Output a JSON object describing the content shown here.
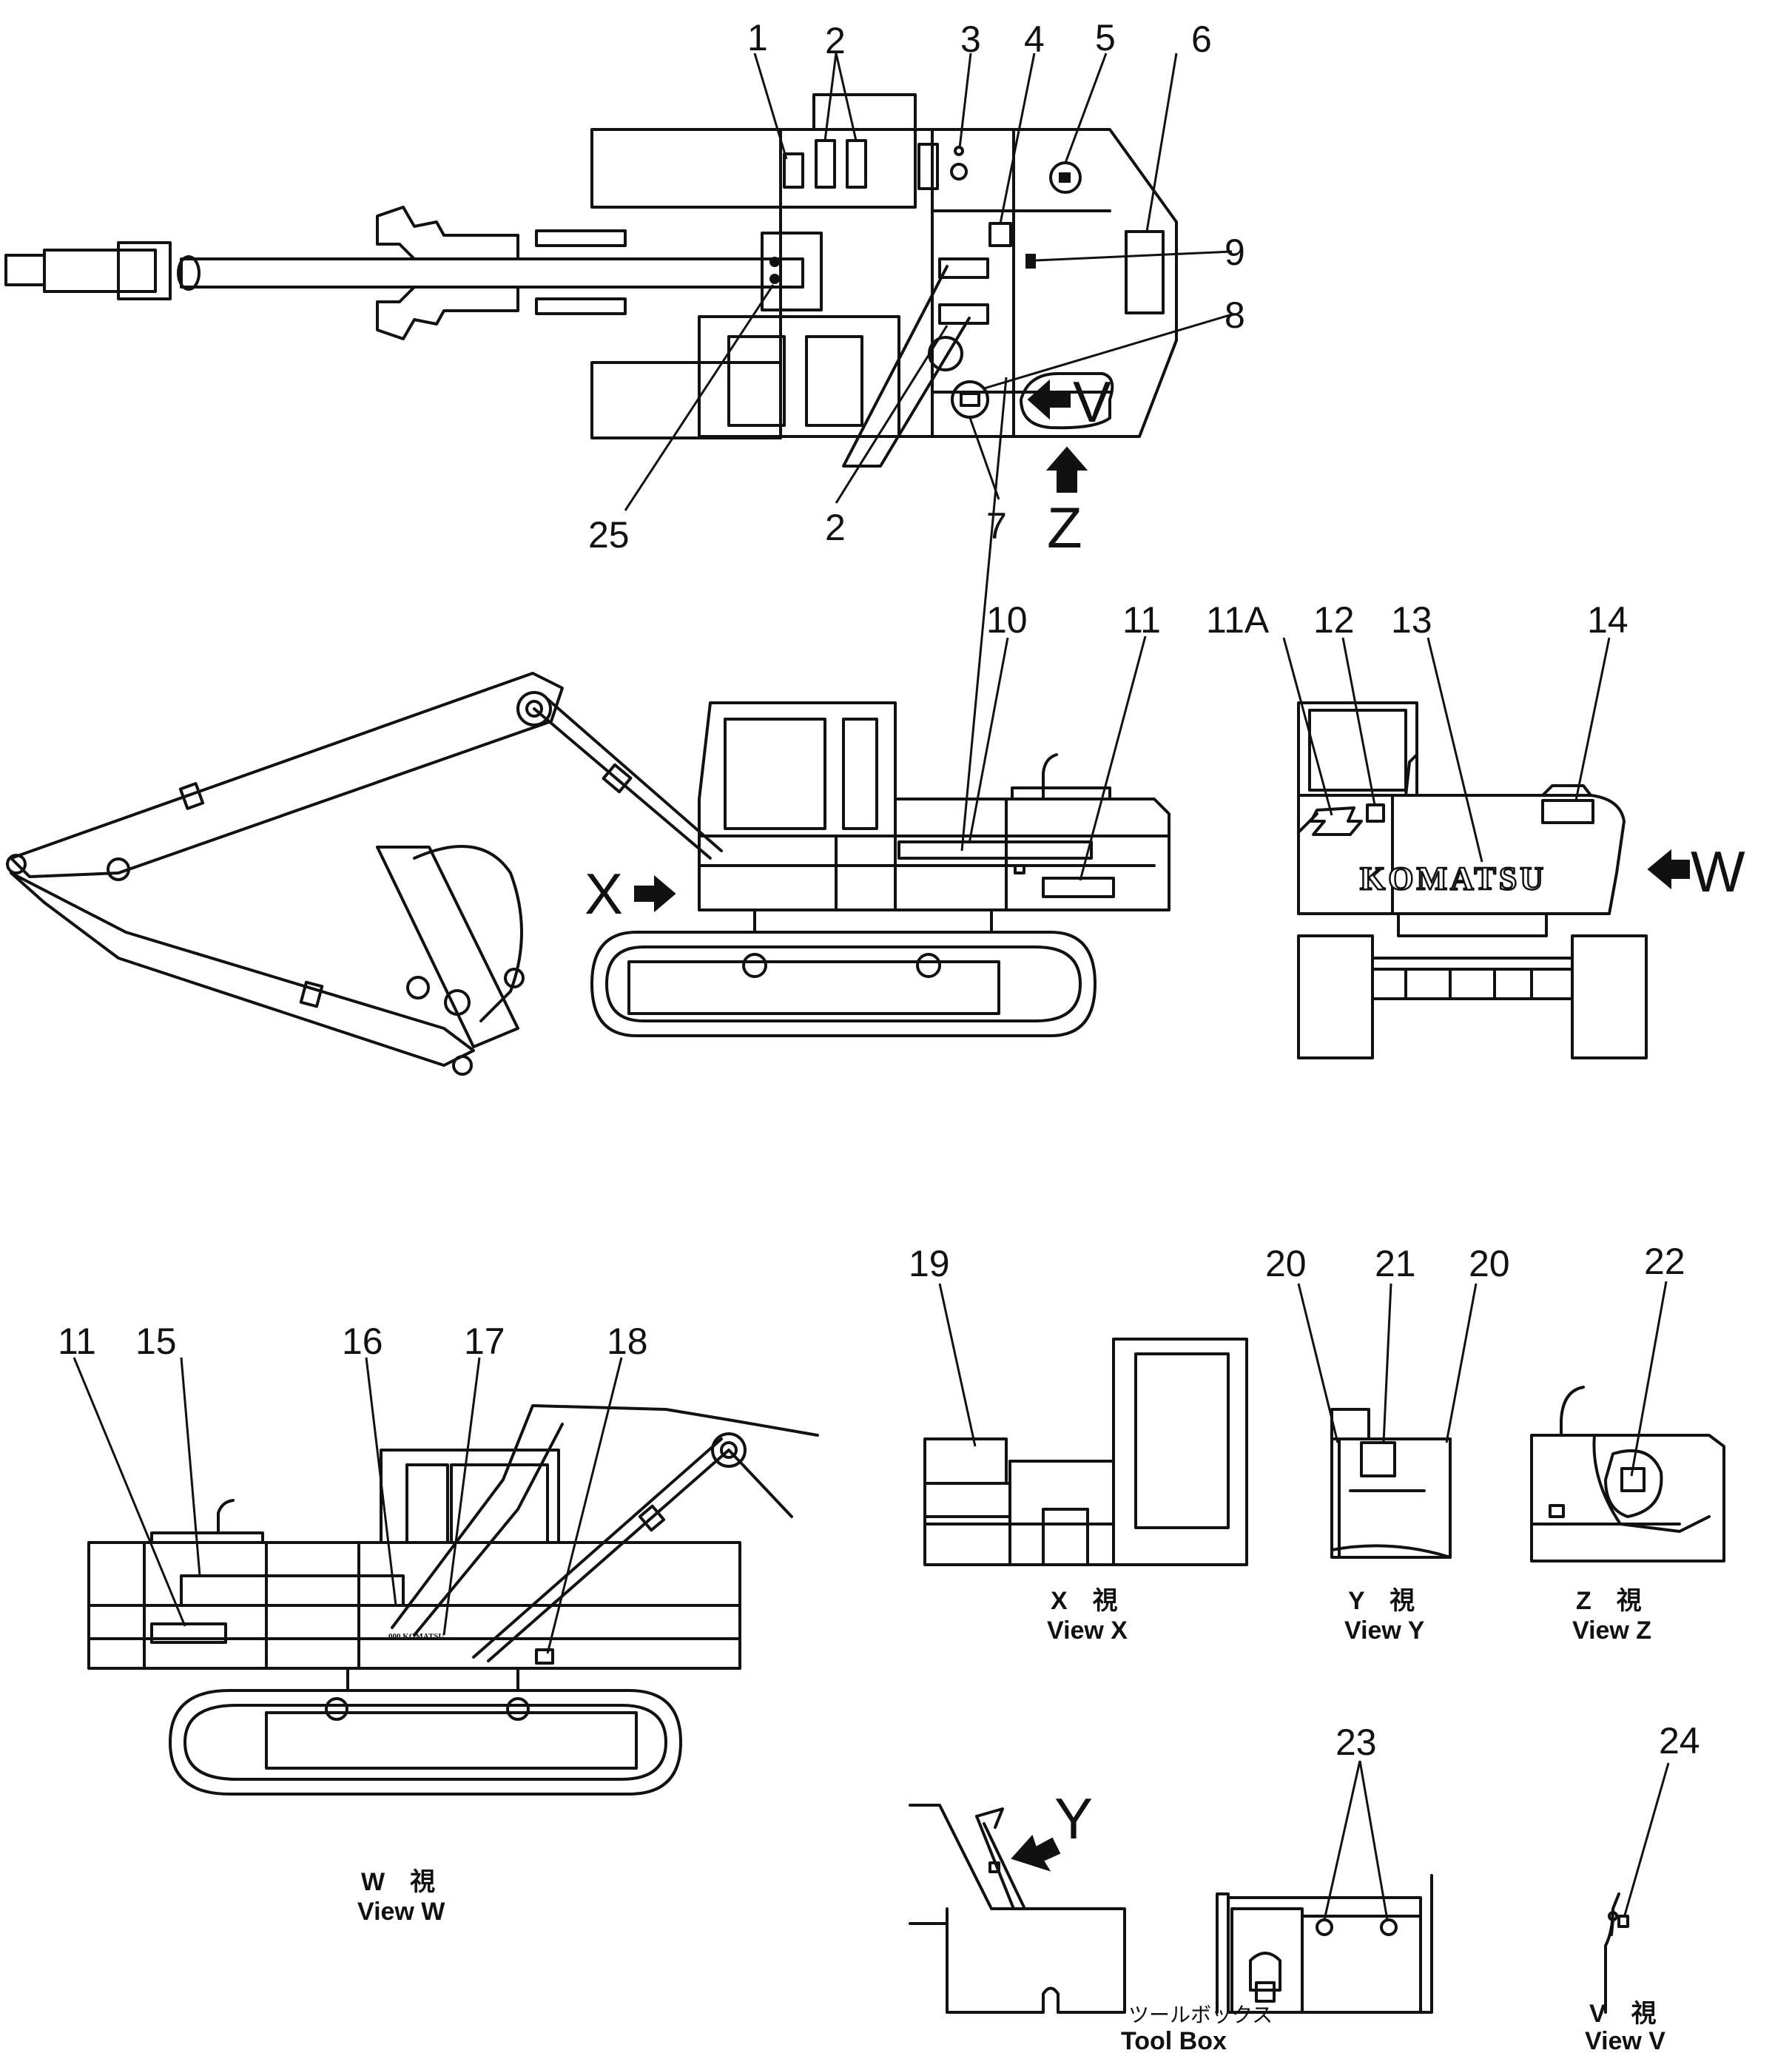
{
  "callouts": {
    "c1": "1",
    "c2a": "2",
    "c3": "3",
    "c4": "4",
    "c5": "5",
    "c6": "6",
    "c9": "9",
    "c8": "8",
    "c25": "25",
    "c2b": "2",
    "c7": "7",
    "c10": "10",
    "c11a": "11",
    "c11A": "11A",
    "c12": "12",
    "c13": "13",
    "c14": "14",
    "c11b": "11",
    "c15": "15",
    "c16": "16",
    "c17": "17",
    "c18": "18",
    "c19": "19",
    "c20a": "20",
    "c21": "21",
    "c20b": "20",
    "c22": "22",
    "c23": "23",
    "c24": "24"
  },
  "view_arrows": {
    "v": "V",
    "z": "Z",
    "x": "X",
    "w": "W",
    "y": "Y"
  },
  "brand": {
    "front": "KOMATSU",
    "side": "000 KOMATSU"
  },
  "captions": {
    "view_w_jp": "W　視",
    "view_w": "View  W",
    "view_x_jp": "X　視",
    "view_x": "View  X",
    "view_y_jp": "Y　視",
    "view_y": "View  Y",
    "view_z_jp": "Z　視",
    "view_z": "View  Z",
    "toolbox_jp": "ツールボックス",
    "toolbox": "Tool  Box",
    "view_v_jp": "V　視",
    "view_v": "View  V"
  }
}
